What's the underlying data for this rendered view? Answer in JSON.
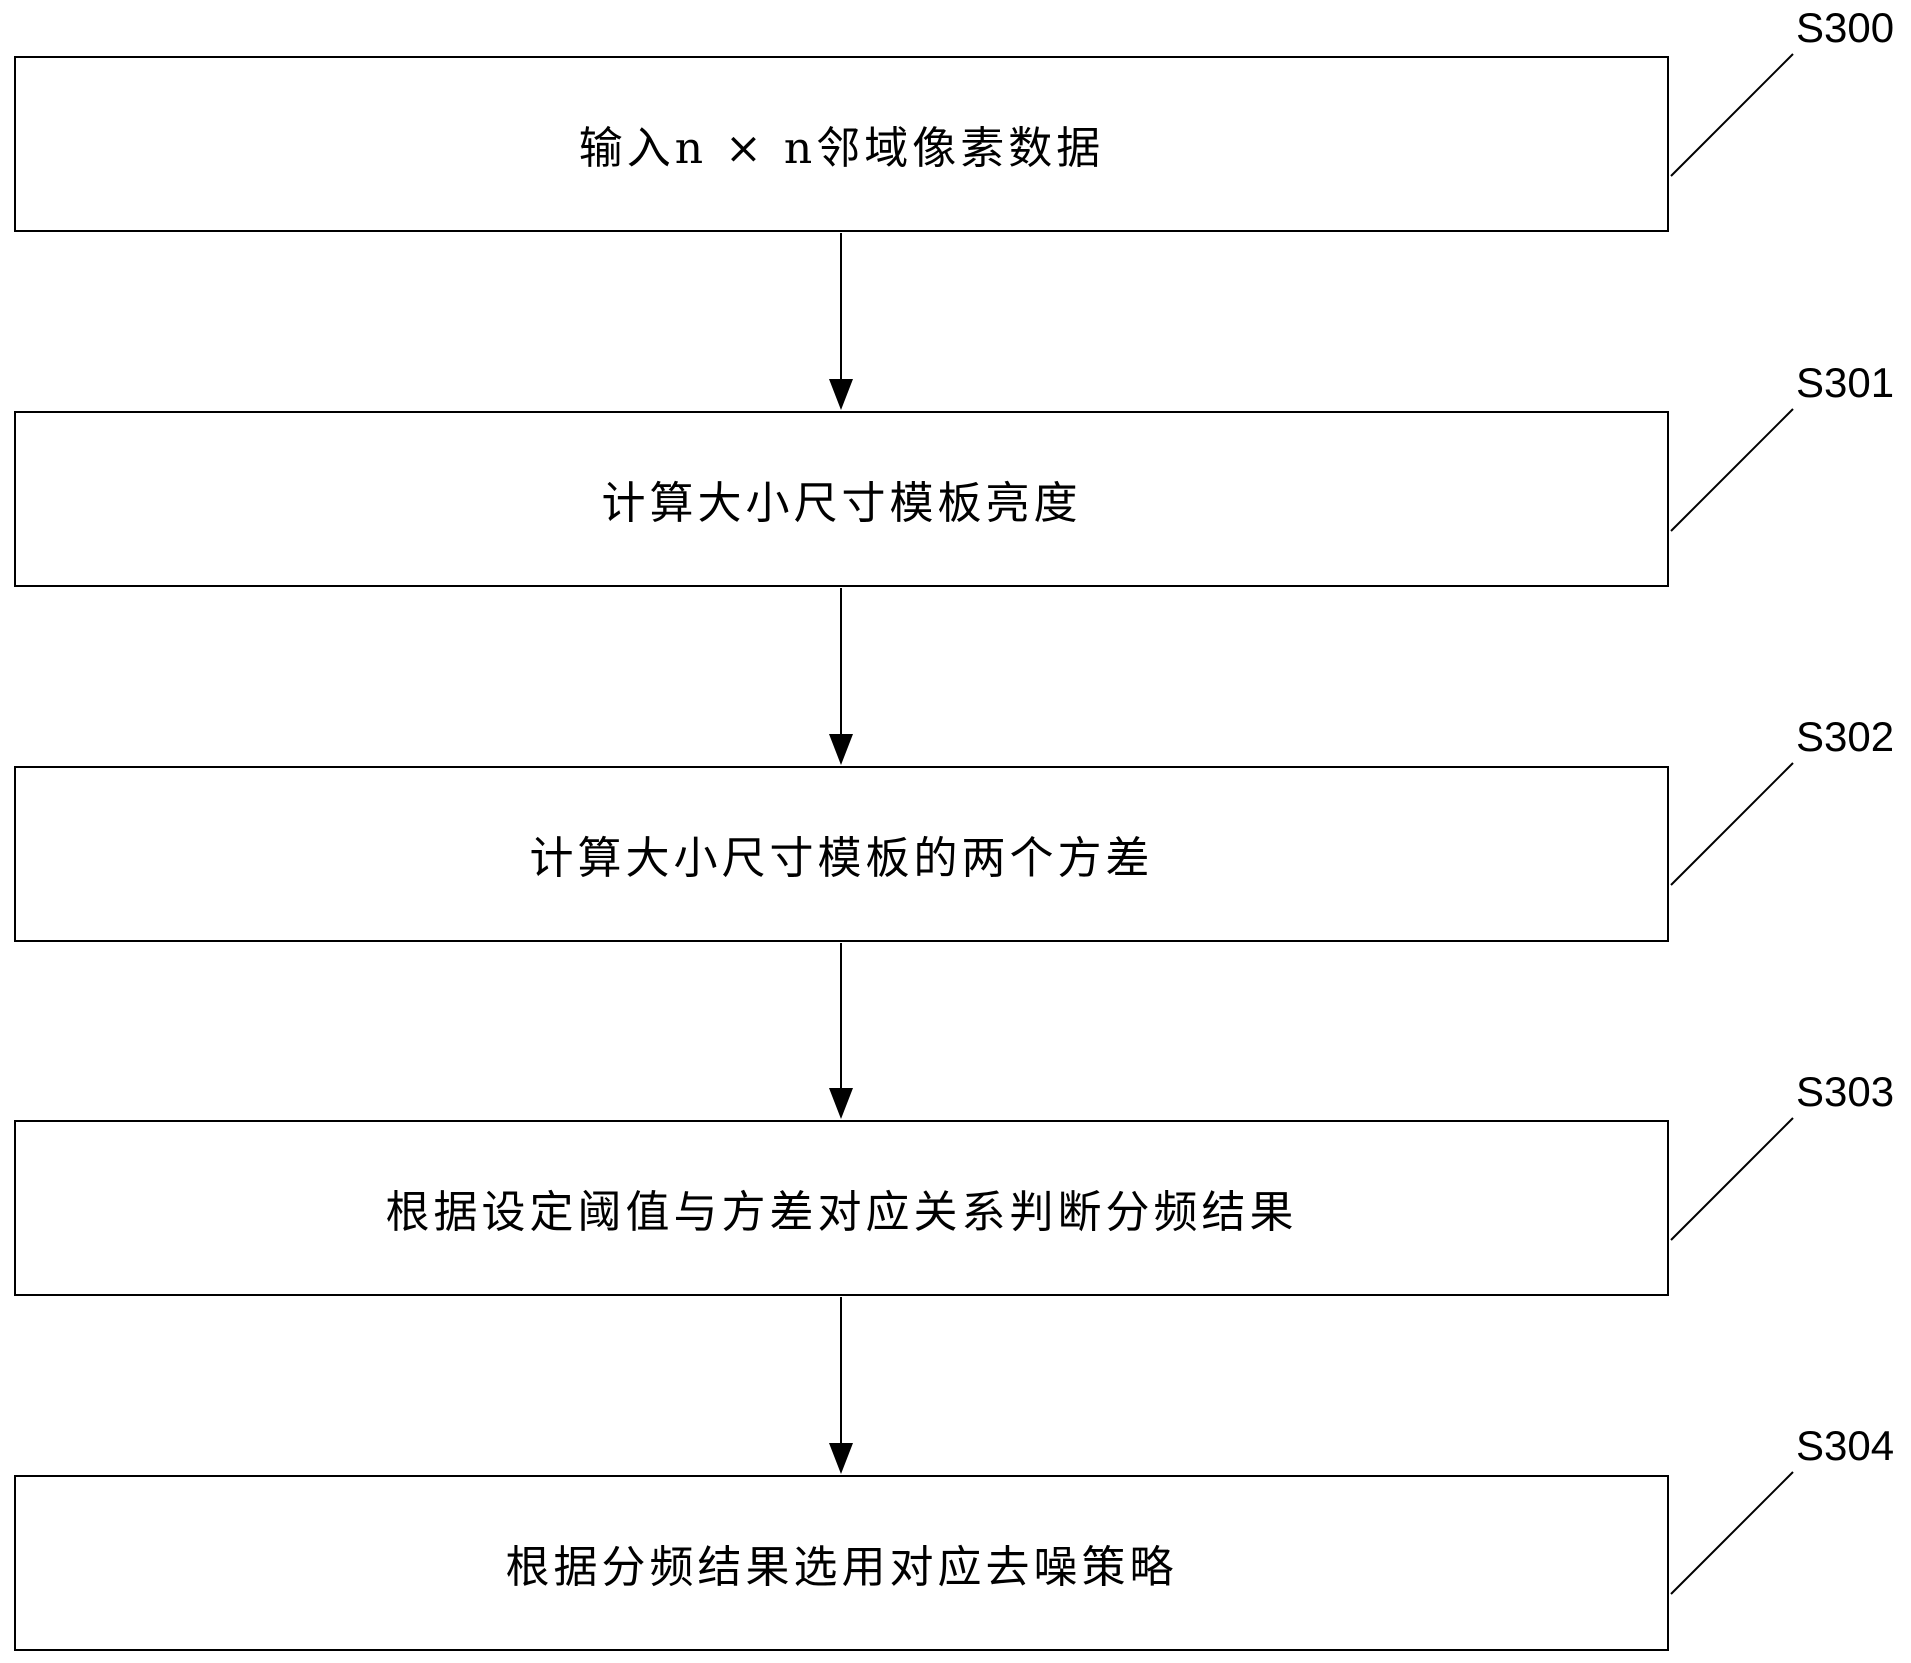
{
  "steps": [
    {
      "id": "S300",
      "text": "输入n × n邻域像素数据"
    },
    {
      "id": "S301",
      "text": "计算大小尺寸模板亮度"
    },
    {
      "id": "S302",
      "text": "计算大小尺寸模板的两个方差"
    },
    {
      "id": "S303",
      "text": "根据设定阈值与方差对应关系判断分频结果"
    },
    {
      "id": "S304",
      "text": "根据分频结果选用对应去噪策略"
    }
  ],
  "colors": {
    "line": "#000000",
    "background": "#ffffff"
  }
}
